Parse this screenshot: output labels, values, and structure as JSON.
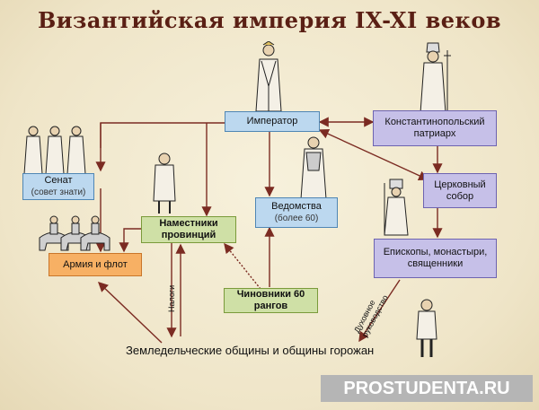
{
  "title": "Византийская империя IX-XI веков",
  "nodes": {
    "emperor": {
      "label": "Император"
    },
    "patriarch": {
      "label": "Константинопольский патриарх"
    },
    "senate": {
      "label": "Сенат",
      "sub": "(совет знати)"
    },
    "ministries": {
      "label": "Ведомства",
      "sub": "(более 60)"
    },
    "council": {
      "label": "Церковный собор"
    },
    "governors": {
      "label": "Наместники провинций"
    },
    "army": {
      "label": "Армия и флот"
    },
    "clergy": {
      "label": "Епископы, монастыри, священники"
    },
    "officials": {
      "label": "Чиновники 60 рангов"
    }
  },
  "edge_labels": {
    "taxes": "Налоги",
    "spiritual": "Духовное руководство"
  },
  "bottom": {
    "label": "Земледельческие общины и общины горожан"
  },
  "watermark": {
    "pro": "PRO",
    "rest": "STUDENTA.RU"
  },
  "colors": {
    "title": "#5a1f14",
    "blue_box": "#bcd8ef",
    "purple_box": "#c6c0e8",
    "green_box": "#cfe0a6",
    "orange_box": "#f7b064",
    "arrow": "#7b2b22"
  }
}
